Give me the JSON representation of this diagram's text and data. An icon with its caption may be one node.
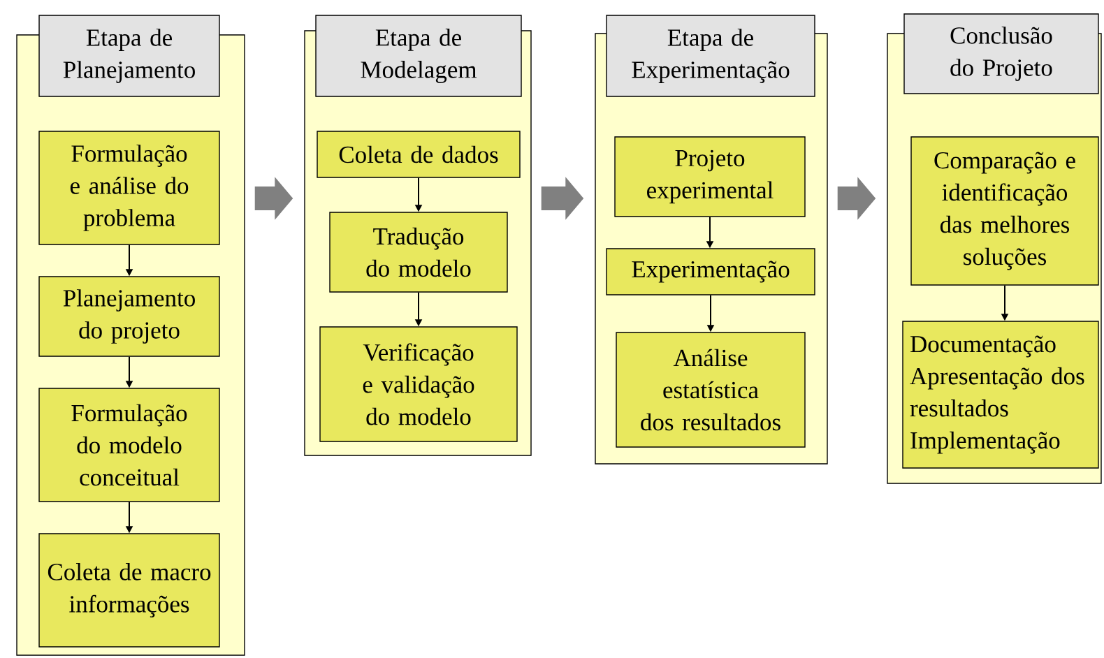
{
  "diagram": {
    "nodes": [
      {
        "text": [
          "Etapa de Planejamento"
        ]
      },
      {
        "text": [
          "Formulação e análise do problema"
        ],
        "in": 0
      },
      {
        "text": [
          "Planejamento do projeto"
        ],
        "in": 0
      },
      {
        "text": [
          "Formulação do modelo conceitual"
        ],
        "in": 0
      },
      {
        "text": [
          "Coleta de macro informações"
        ],
        "in": 0
      },
      {
        "text": [
          "Etapa de Modelagem"
        ]
      },
      {
        "text": [
          "Coleta de dados"
        ],
        "in": 5
      },
      {
        "text": [
          "Tradução do modelo"
        ],
        "in": 5
      },
      {
        "text": [
          "Verificação e validação do modelo"
        ],
        "in": 5
      },
      {
        "text": [
          "Etapa de Experimentação"
        ]
      },
      {
        "text": [
          "Projeto experimental"
        ],
        "in": 9
      },
      {
        "text": [
          "Experimentação"
        ],
        "in": 9
      },
      {
        "text": [
          "Análise estatística dos resultados"
        ],
        "in": 9
      },
      {
        "text": [
          "Conclusão do Projeto"
        ]
      },
      {
        "text": [
          "Comparação e identificação das melhores soluções"
        ],
        "in": 13
      },
      {
        "text": [
          "Documentação",
          "Apresentação dos resultados",
          "Implementação"
        ],
        "in": 13
      }
    ],
    "edges": [
      {
        "from": 0,
        "to": 5,
        "arrow": "to",
        "style": "thick",
        "color": "#808080"
      },
      {
        "from": 5,
        "to": 9,
        "arrow": "to",
        "style": "thick",
        "color": "#808080"
      },
      {
        "from": 9,
        "to": 13,
        "arrow": "to",
        "style": "thick",
        "color": "#808080"
      },
      {
        "from": 1,
        "to": 2,
        "arrow": "to"
      },
      {
        "from": 2,
        "to": 3,
        "arrow": "to"
      },
      {
        "from": 3,
        "to": 4,
        "arrow": "to"
      },
      {
        "from": 6,
        "to": 7,
        "arrow": "to"
      },
      {
        "from": 7,
        "to": 8,
        "arrow": "to"
      },
      {
        "from": 10,
        "to": 11,
        "arrow": "to"
      },
      {
        "from": 11,
        "to": 12,
        "arrow": "to"
      },
      {
        "from": 14,
        "to": 15,
        "arrow": "to"
      }
    ]
  }
}
